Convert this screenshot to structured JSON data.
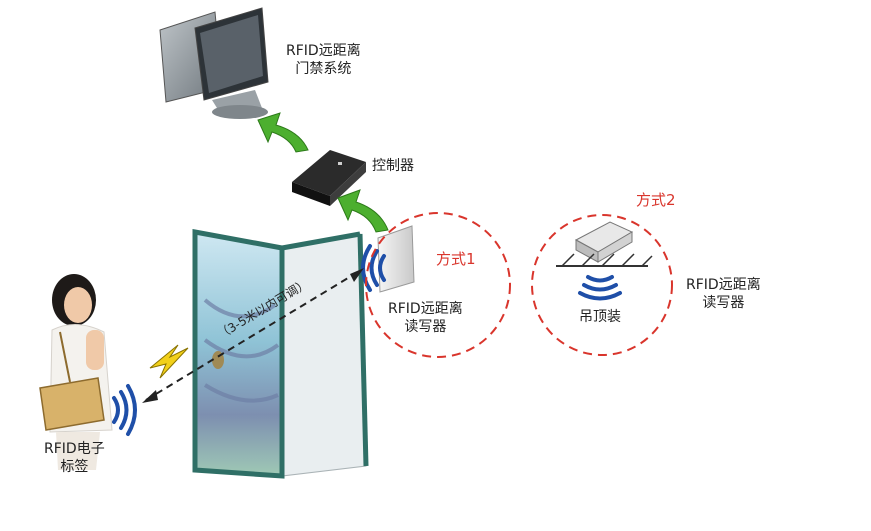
{
  "computer": {
    "label_line1": "RFID远距离",
    "label_line2": "门禁系统",
    "icon": "desktop-computer-icon"
  },
  "controller": {
    "label": "控制器",
    "icon": "controller-box-icon"
  },
  "method1": {
    "title": "方式1",
    "reader_line1": "RFID远距离",
    "reader_line2": "读写器"
  },
  "method2": {
    "title": "方式2",
    "mount_label": "吊顶装"
  },
  "right_reader": {
    "line1": "RFID远距离",
    "line2": "读写器"
  },
  "distance_note": "（3-5米以内可调）",
  "tag": {
    "line1": "RFID电子",
    "line2": "标签"
  },
  "colors": {
    "accent_red": "#d9352c",
    "arrow_green": "#4caf2f",
    "signal_blue": "#1f4fa8",
    "door_teal": "#2f6f66"
  }
}
